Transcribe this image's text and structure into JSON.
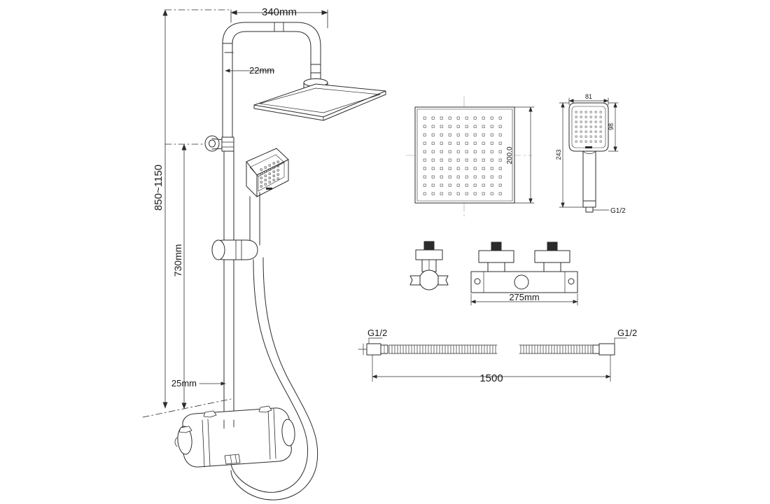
{
  "drawing": {
    "title": "Shower column technical drawing",
    "units": "mm",
    "line_color": "#2b2b2b",
    "fill_color": "#ffffff",
    "text_color": "#1a1a1a"
  },
  "main_assembly": {
    "name": "shower-column-assembly",
    "dimensions": {
      "arm_reach": "340mm",
      "riser_tube_diameter": "22mm",
      "overall_height_range": "850~1150",
      "rail_length": "730mm",
      "wall_offset": "25mm"
    }
  },
  "overhead_head_detail": {
    "name": "overhead-shower-head-plan-view",
    "dimensions": {
      "size": "200.0"
    }
  },
  "handset_detail": {
    "name": "handset-front-view",
    "dimensions": {
      "width": "81",
      "head_height": "98",
      "overall_length": "243",
      "thread": "G1/2"
    }
  },
  "valve_detail": {
    "name": "thermostatic-valve-views",
    "dimensions": {
      "body_width": "275mm"
    }
  },
  "hose_detail": {
    "name": "flexible-hose-view",
    "dimensions": {
      "length": "1500",
      "thread_left": "G1/2",
      "thread_right": "G1/2"
    }
  }
}
